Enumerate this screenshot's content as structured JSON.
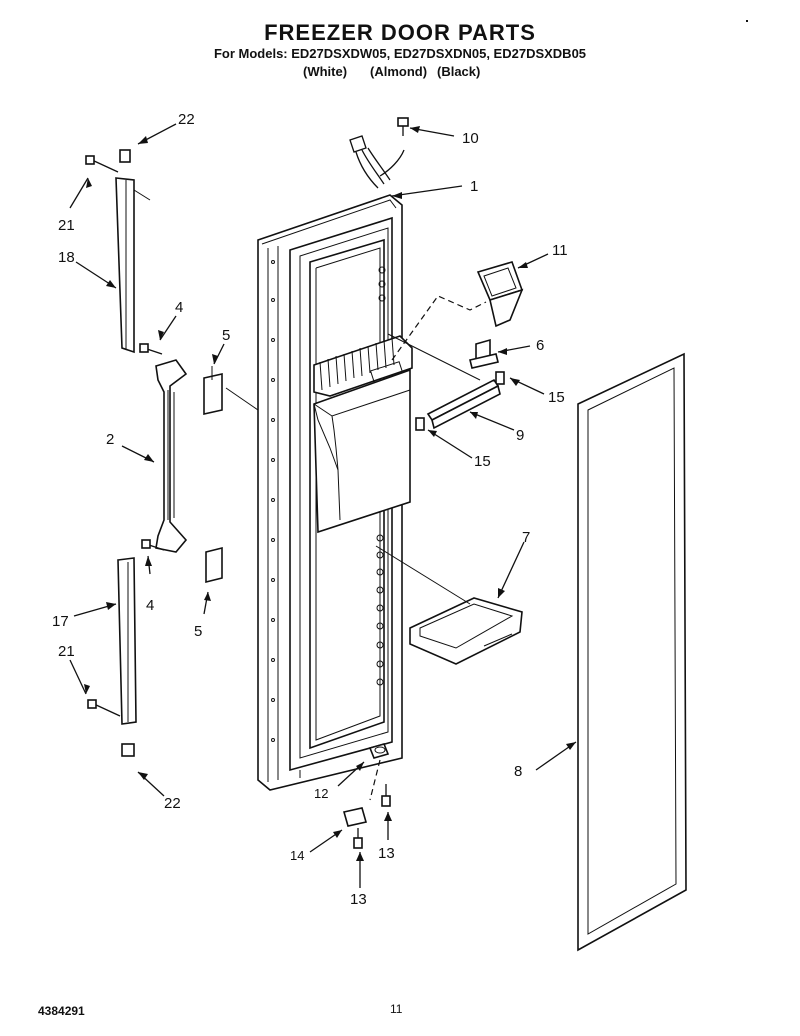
{
  "header": {
    "title": "FREEZER DOOR PARTS",
    "models": "For Models: ED27DSXDW05, ED27DSXDN05, ED27DSXDB05",
    "colors": [
      "(White)",
      "(Almond)",
      "(Black)"
    ]
  },
  "callouts": [
    "22",
    "21",
    "18",
    "4",
    "5",
    "2",
    "17",
    "4",
    "5",
    "21",
    "22",
    "10",
    "1",
    "11",
    "6",
    "15",
    "9",
    "15",
    "7",
    "8",
    "12",
    "14",
    "13",
    "13"
  ],
  "footer": {
    "doc_number": "4384291",
    "page": "11"
  }
}
